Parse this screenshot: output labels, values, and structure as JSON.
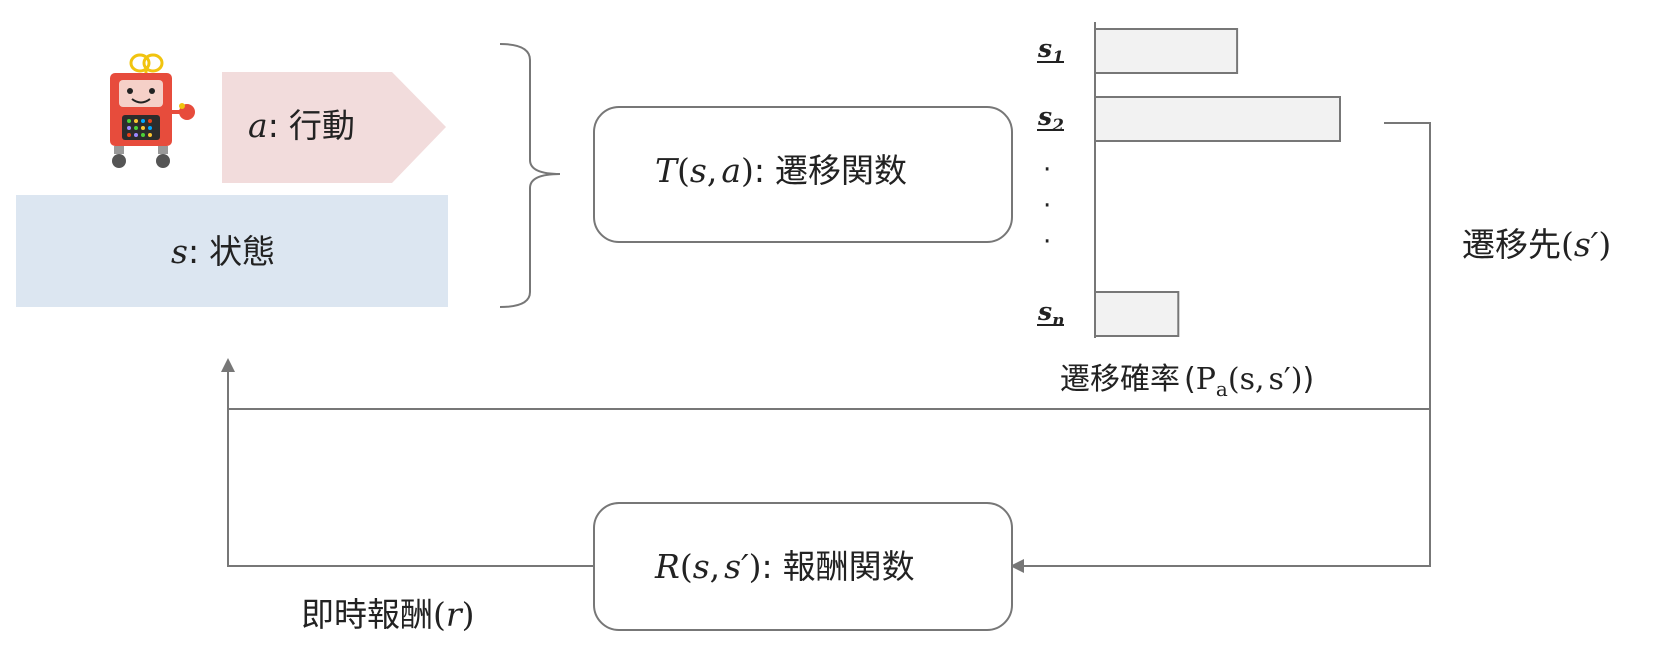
{
  "action": {
    "symbol": "a",
    "separator": ":",
    "name": "行動",
    "fill": "#f2dcdc"
  },
  "state": {
    "symbol": "s",
    "separator": ":",
    "name": "状態",
    "fill": "#dce6f1"
  },
  "transition": {
    "function": "T",
    "open": "(",
    "arg1": "s",
    "comma": ",",
    "arg2": "a",
    "close": ")",
    "separator": ":",
    "name": "遷移関数"
  },
  "reward": {
    "function": "R",
    "open": "(",
    "arg1": "s",
    "comma": ",",
    "arg2": "s′",
    "close": ")",
    "separator": ":",
    "name": "報酬関数"
  },
  "destination": {
    "name": "遷移先",
    "open": "(",
    "symbol": "s′",
    "close": ")"
  },
  "immediate_reward": {
    "name": "即時報酬",
    "open": "(",
    "symbol": "r",
    "close": ")"
  },
  "transition_probability": {
    "name": "遷移確率",
    "open": "(",
    "prefix": "P",
    "subscript": "a",
    "argument_open": "(",
    "arg1": "s",
    "comma": ",",
    "arg2": "s′",
    "argument_close": ")",
    "close": ")"
  },
  "chart_data": {
    "type": "bar",
    "orientation": "horizontal",
    "categories": [
      "s1",
      "s2",
      "sn"
    ],
    "display_labels": [
      {
        "base": "s",
        "sub": "1"
      },
      {
        "base": "s",
        "sub": "2"
      },
      {
        "base": "s",
        "sub": "n"
      }
    ],
    "ellipsis": [
      "·",
      "·",
      "·"
    ],
    "values": [
      0.58,
      1.0,
      0.34
    ],
    "xlim": [
      0,
      1
    ],
    "title": "遷移確率（Pa(s, s′)）",
    "grid": false
  },
  "colors": {
    "line": "#777777",
    "bar_fill": "#f2f2f2",
    "robot_red": "#e74c3c",
    "robot_gold": "#f1c40f"
  },
  "icons": {
    "agent": "robot-icon"
  }
}
